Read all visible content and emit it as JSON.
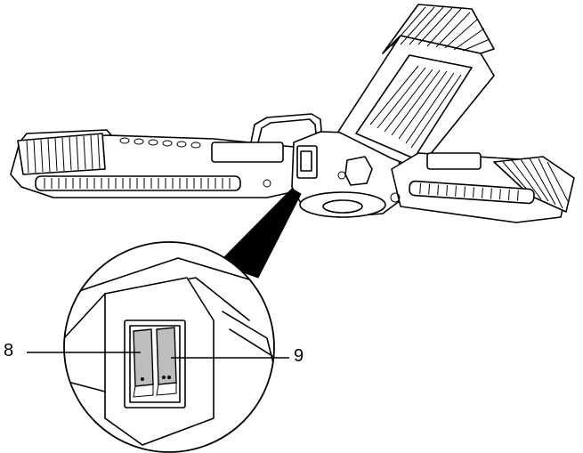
{
  "callouts": [
    {
      "id": "8",
      "label": "8"
    },
    {
      "id": "9",
      "label": "9"
    }
  ],
  "colors": {
    "line": "#000000",
    "switch_fill": "#bdbdbd",
    "background": "#ffffff"
  },
  "icons": [
    "heater-illustration",
    "rocker-switch-detail"
  ]
}
